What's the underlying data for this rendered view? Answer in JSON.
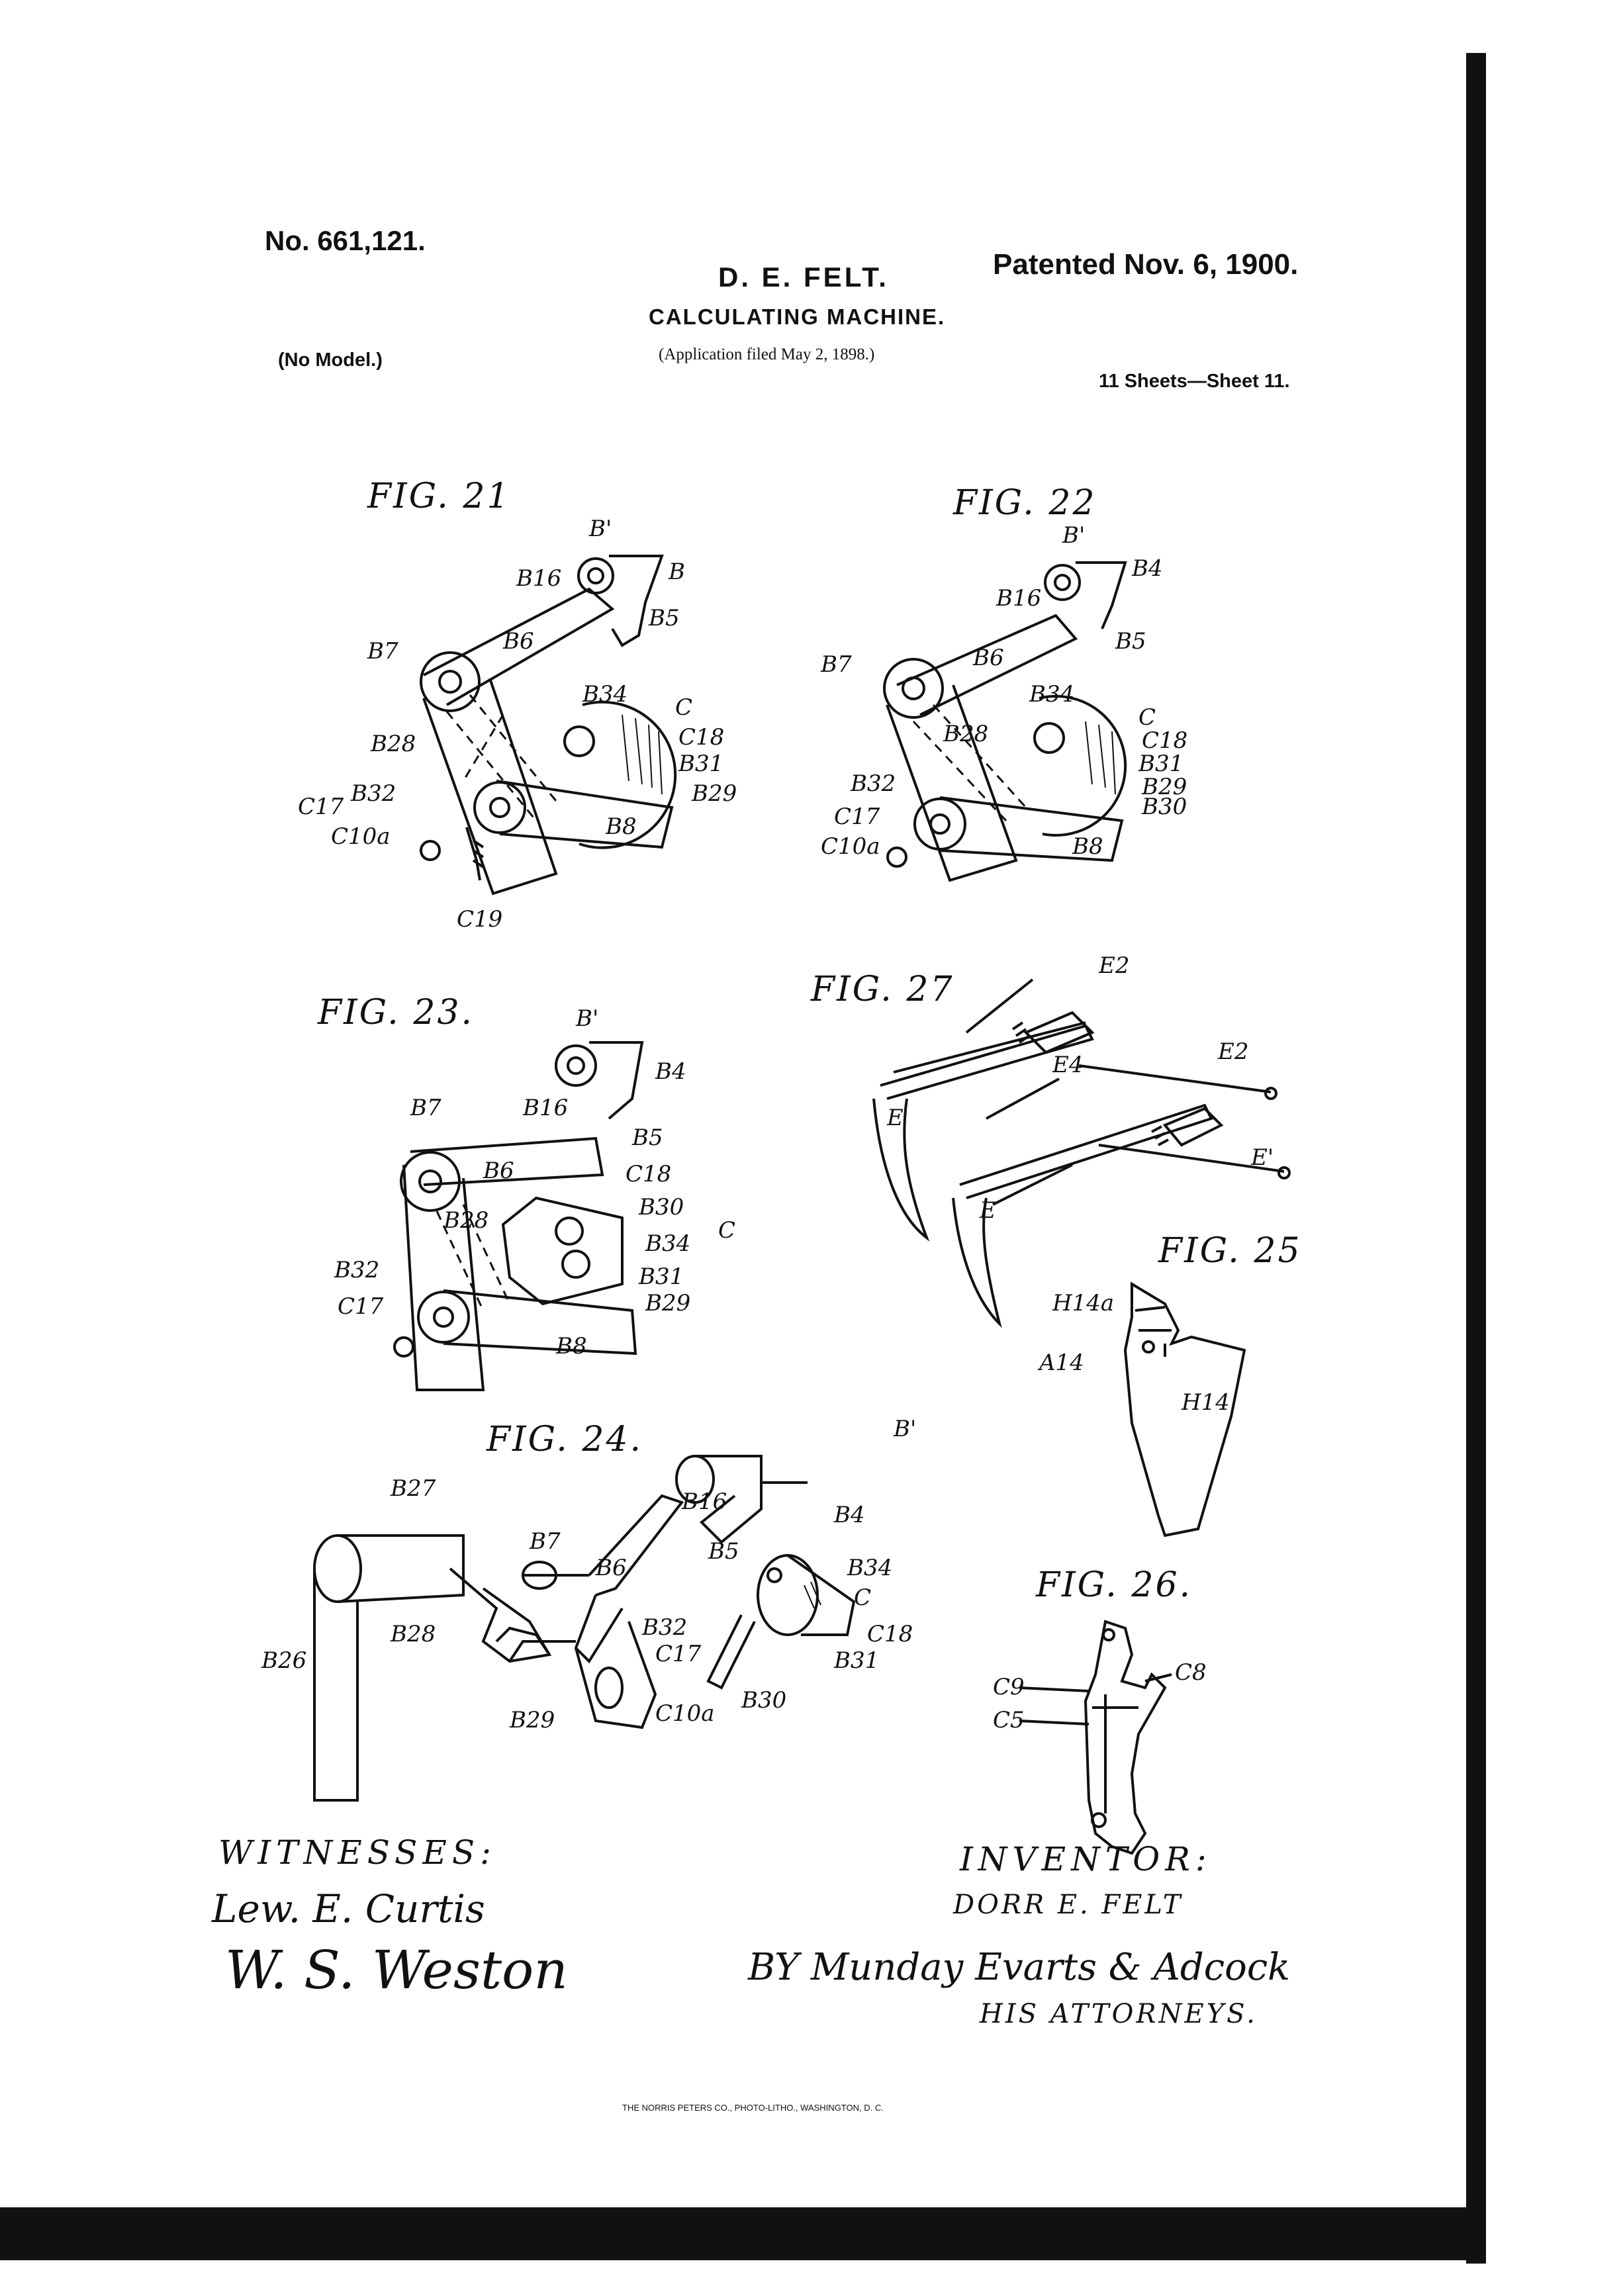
{
  "header": {
    "patent_number": "No. 661,121.",
    "inventor": "D. E. FELT.",
    "patented": "Patented Nov. 6, 1900.",
    "title": "CALCULATING MACHINE.",
    "model": "(No Model.)",
    "application": "(Application filed May 2, 1898.)",
    "sheets": "11 Sheets—Sheet 11."
  },
  "figures": {
    "fig21": "FIG. 21",
    "fig22": "FIG. 22",
    "fig23": "FIG. 23.",
    "fig24": "FIG. 24.",
    "fig25": "FIG. 25",
    "fig26": "FIG. 26.",
    "fig27": "FIG. 27"
  },
  "reference_labels": {
    "fig21": [
      "B'",
      "B",
      "B16",
      "B5",
      "B6",
      "B7",
      "B34",
      "C",
      "C18",
      "B31",
      "B28",
      "B29",
      "C17",
      "B32",
      "C10a",
      "B8",
      "C19"
    ],
    "fig22": [
      "B'",
      "B4",
      "B16",
      "B5",
      "B6",
      "B7",
      "B34",
      "C",
      "C18",
      "B31",
      "B28",
      "B29",
      "B30",
      "B32",
      "C17",
      "C10a",
      "B8"
    ],
    "fig23": [
      "B'",
      "B4",
      "B7",
      "B16",
      "B5",
      "B6",
      "C18",
      "B30",
      "C",
      "B34",
      "B28",
      "B31",
      "B32",
      "B29",
      "C17",
      "B8"
    ],
    "fig24": [
      "B27",
      "B16",
      "B'",
      "B7",
      "B6",
      "B4",
      "B5",
      "B34",
      "C",
      "B28",
      "B32",
      "C18",
      "C17",
      "B31",
      "B26",
      "B29",
      "B30",
      "C10a"
    ],
    "fig25": [
      "H14a",
      "A14",
      "H14"
    ],
    "fig26": [
      "C8",
      "C9",
      "C5"
    ],
    "fig27": [
      "E2",
      "E4",
      "E",
      "E'"
    ]
  },
  "signatures": {
    "witnesses_heading": "WITNESSES:",
    "witness_1": "Lew. E. Curtis",
    "witness_2": "W. S. Weston",
    "inventor_heading": "INVENTOR:",
    "inventor_name": "DORR E. FELT",
    "by_line": "BY Munday Evarts & Adcock",
    "attorneys": "HIS ATTORNEYS."
  },
  "footer": {
    "printer": "THE NORRIS PETERS CO., PHOTO-LITHO., WASHINGTON, D. C."
  }
}
